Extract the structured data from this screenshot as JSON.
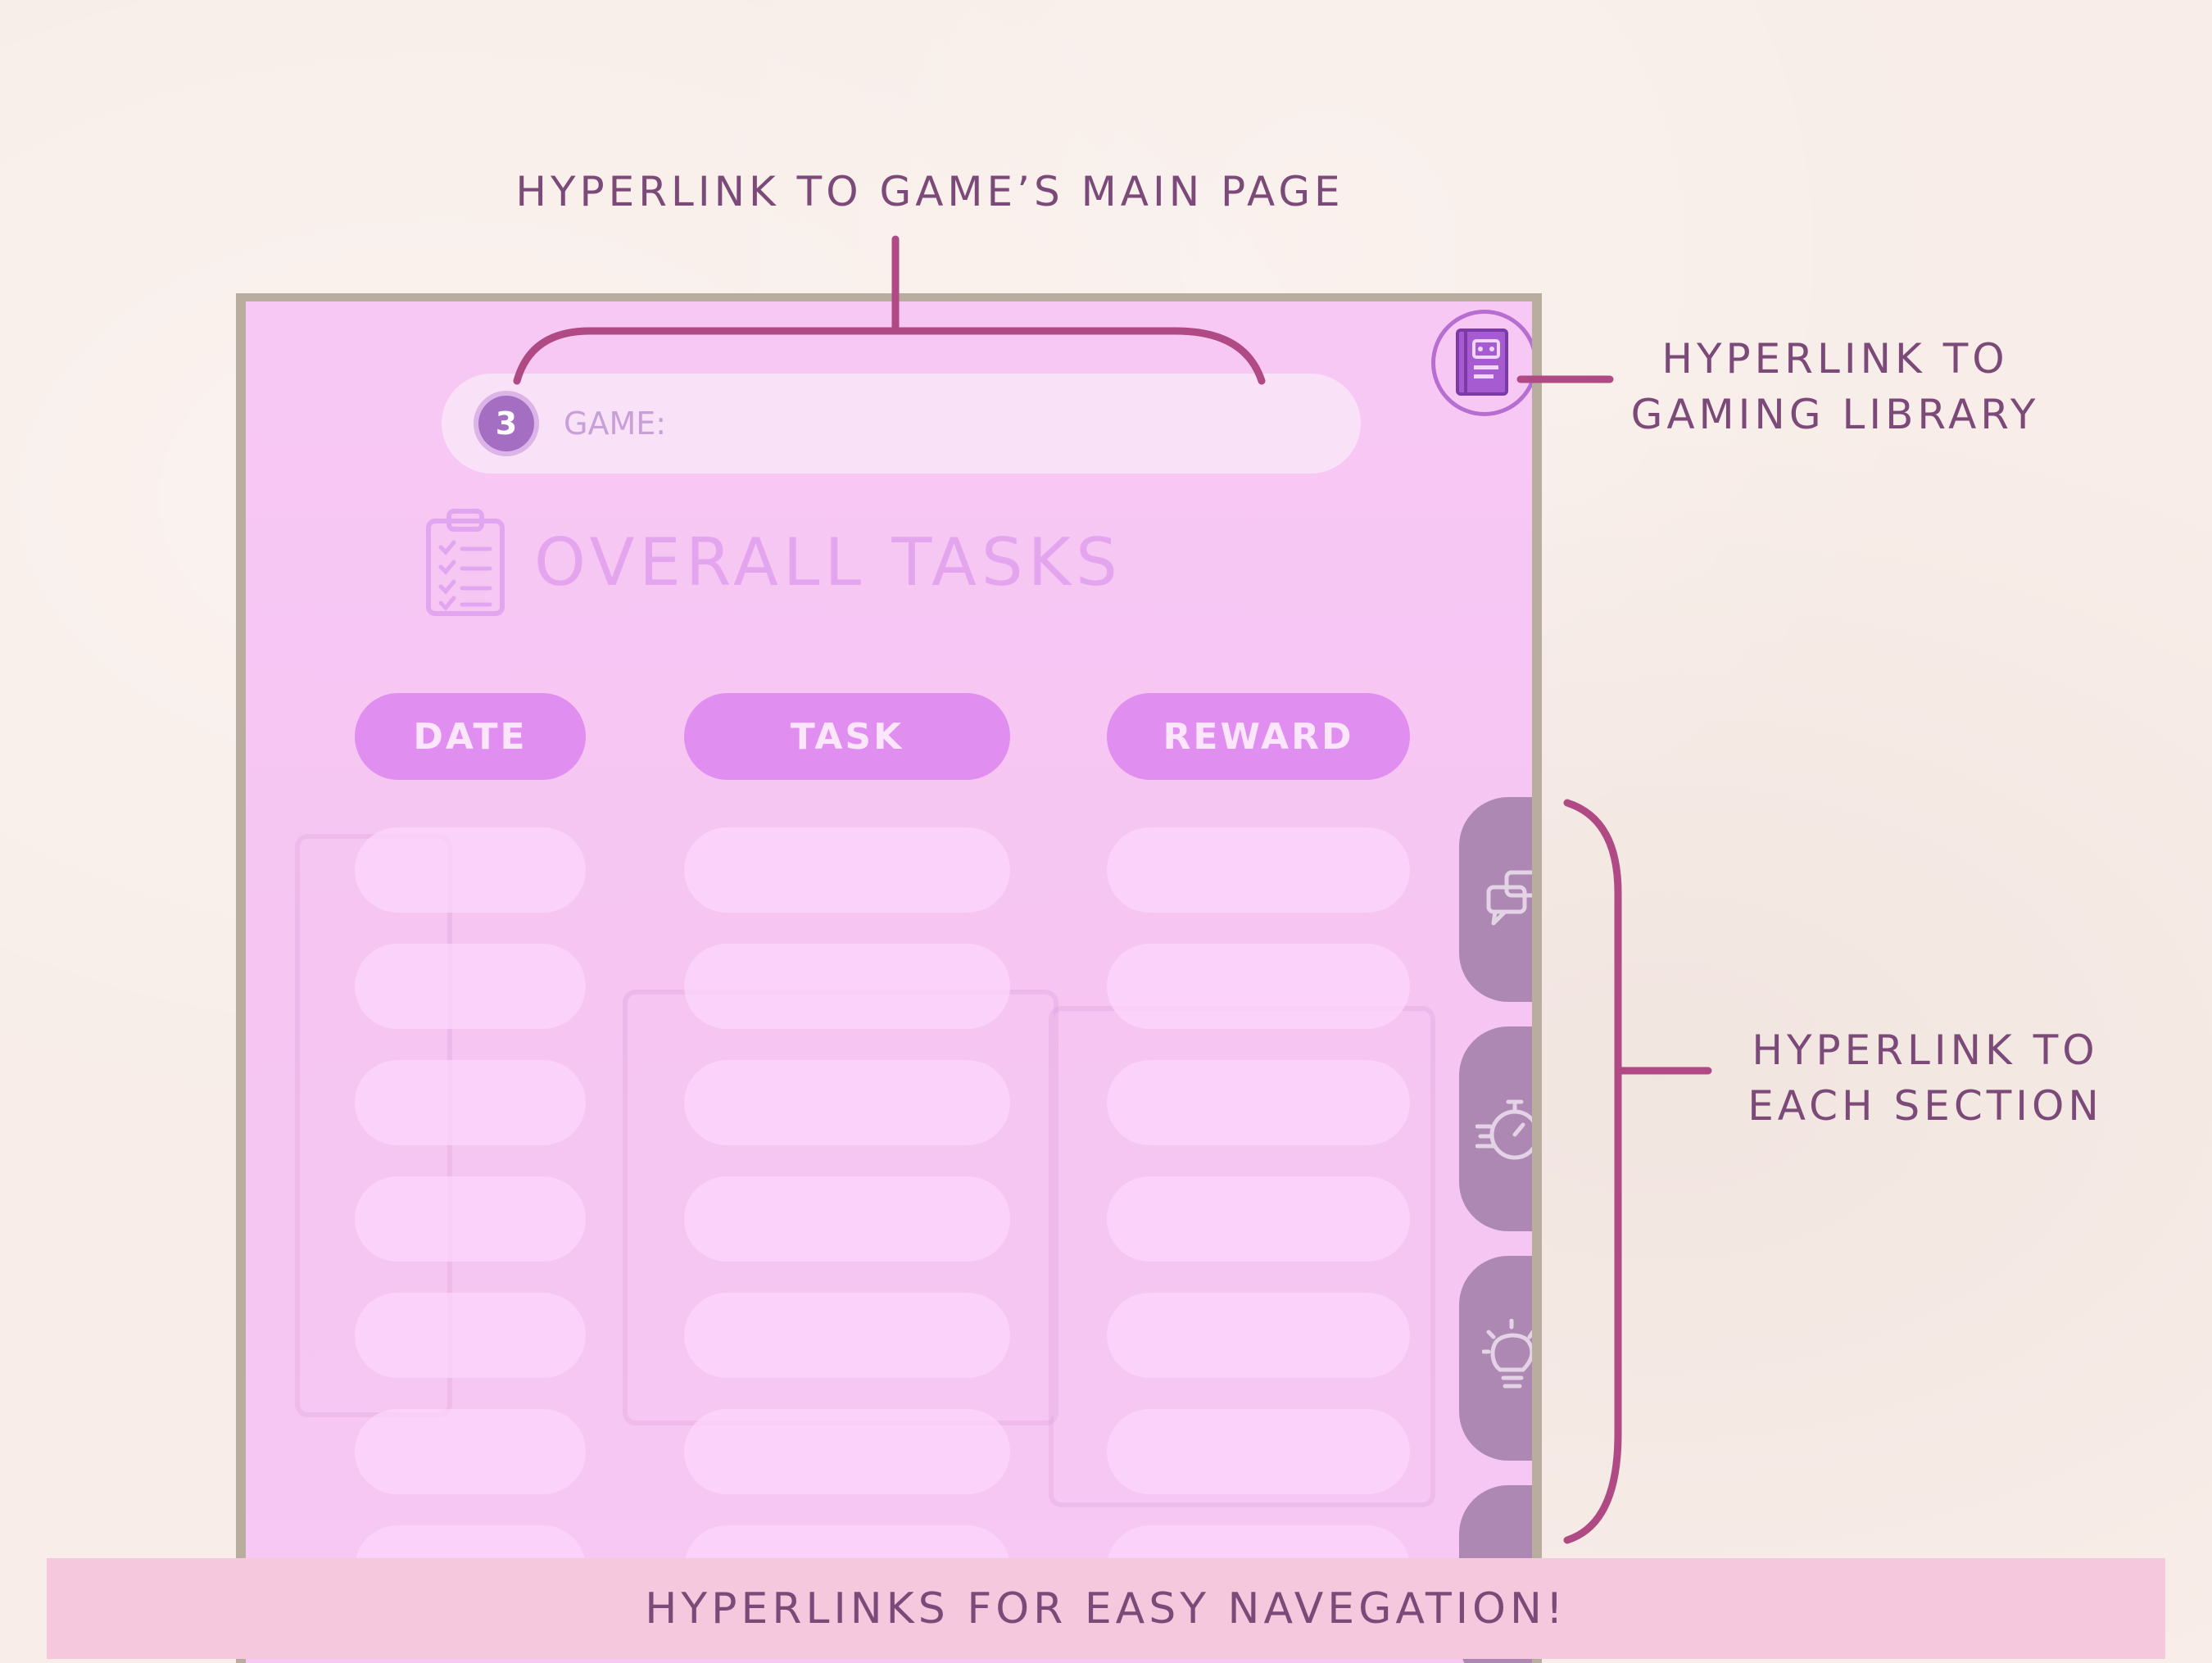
{
  "callouts": {
    "main_page": "HYPERLINK TO GAME’S MAIN PAGE",
    "library": "HYPERLINK TO\nGAMING LIBRARY",
    "sections": "HYPERLINK TO\nEACH SECTION"
  },
  "planner": {
    "game_number": "3",
    "game_label": "GAME:",
    "title": "OVERALL TASKS",
    "columns": [
      "DATE",
      "TASK",
      "REWARD"
    ]
  },
  "footer": {
    "text": "HYPERLINKS FOR EASY NAVEGATION!"
  },
  "icons": {
    "library": "book-icon",
    "title": "clipboard-checklist-icon",
    "tabs": [
      "chat-bubbles-icon",
      "stopwatch-icon",
      "lightbulb-icon",
      "book-icon"
    ]
  },
  "colors": {
    "accent": "#b04a84",
    "text": "#7c4a78",
    "planner_bg": "#f7c6f3",
    "column_header": "#e08ef0",
    "side_tab": "#ad88b2"
  }
}
